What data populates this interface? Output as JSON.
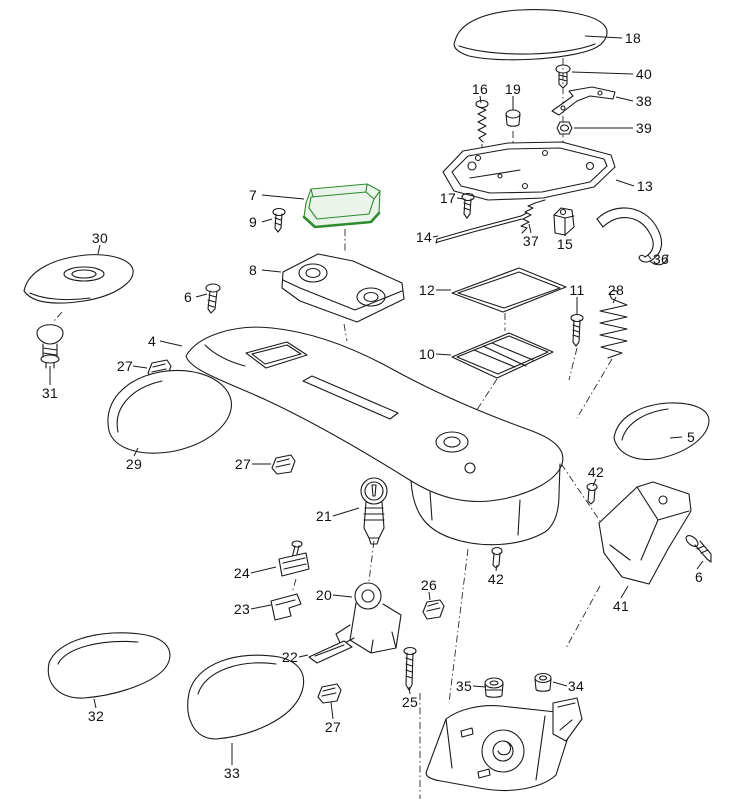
{
  "diagram": {
    "background_color": "#ffffff",
    "line_color": "#1a1a1a",
    "highlight_color": "#2e8b2e",
    "highlighted_part_number": "7"
  },
  "labels": {
    "n18": "18",
    "n40": "40",
    "n38": "38",
    "n39": "39",
    "n16": "16",
    "n19": "19",
    "n13": "13",
    "n17": "17",
    "n7": "7",
    "n9": "9",
    "n14": "14",
    "n37": "37",
    "n15": "15",
    "n36": "36",
    "n30": "30",
    "n8": "8",
    "n6a": "6",
    "n12": "12",
    "n11": "11",
    "n28": "28",
    "n10": "10",
    "n31": "31",
    "n4": "4",
    "n27a": "27",
    "n29": "29",
    "n27b": "27",
    "n5": "5",
    "n21": "21",
    "n42a": "42",
    "n24": "24",
    "n23": "23",
    "n20": "20",
    "n26": "26",
    "n42b": "42",
    "n6b": "6",
    "n41": "41",
    "n22": "22",
    "n25": "25",
    "n32": "32",
    "n27c": "27",
    "n35": "35",
    "n34": "34",
    "n33": "33"
  }
}
